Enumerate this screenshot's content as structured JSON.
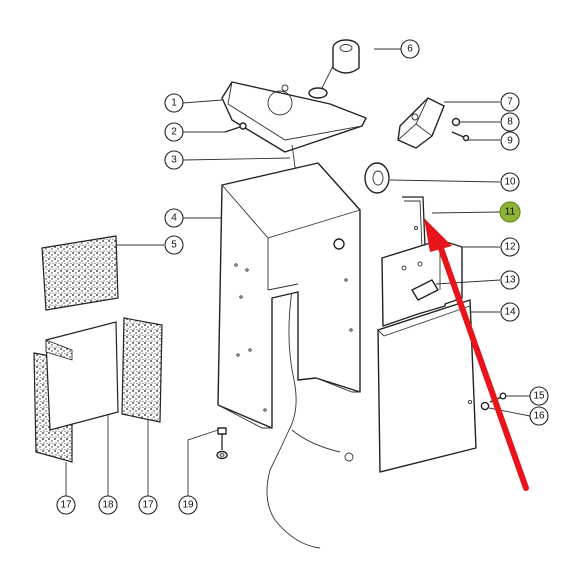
{
  "diagram": {
    "callouts": [
      {
        "id": "c1",
        "label": "1"
      },
      {
        "id": "c2",
        "label": "2"
      },
      {
        "id": "c3",
        "label": "3"
      },
      {
        "id": "c4",
        "label": "4"
      },
      {
        "id": "c5",
        "label": "5"
      },
      {
        "id": "c6",
        "label": "6"
      },
      {
        "id": "c7",
        "label": "7"
      },
      {
        "id": "c8",
        "label": "8"
      },
      {
        "id": "c9",
        "label": "9"
      },
      {
        "id": "c10",
        "label": "10"
      },
      {
        "id": "c11",
        "label": "11"
      },
      {
        "id": "c12",
        "label": "12"
      },
      {
        "id": "c13",
        "label": "13"
      },
      {
        "id": "c14",
        "label": "14"
      },
      {
        "id": "c15",
        "label": "15"
      },
      {
        "id": "c16",
        "label": "16"
      },
      {
        "id": "c17a",
        "label": "17"
      },
      {
        "id": "c18",
        "label": "18"
      },
      {
        "id": "c17b",
        "label": "17"
      },
      {
        "id": "c19",
        "label": "19"
      }
    ],
    "highlighted_callout": "11",
    "colors": {
      "line": "#222222",
      "highlight_fill": "#8fb33a",
      "arrow": "#e8141c",
      "background": "#ffffff"
    }
  }
}
